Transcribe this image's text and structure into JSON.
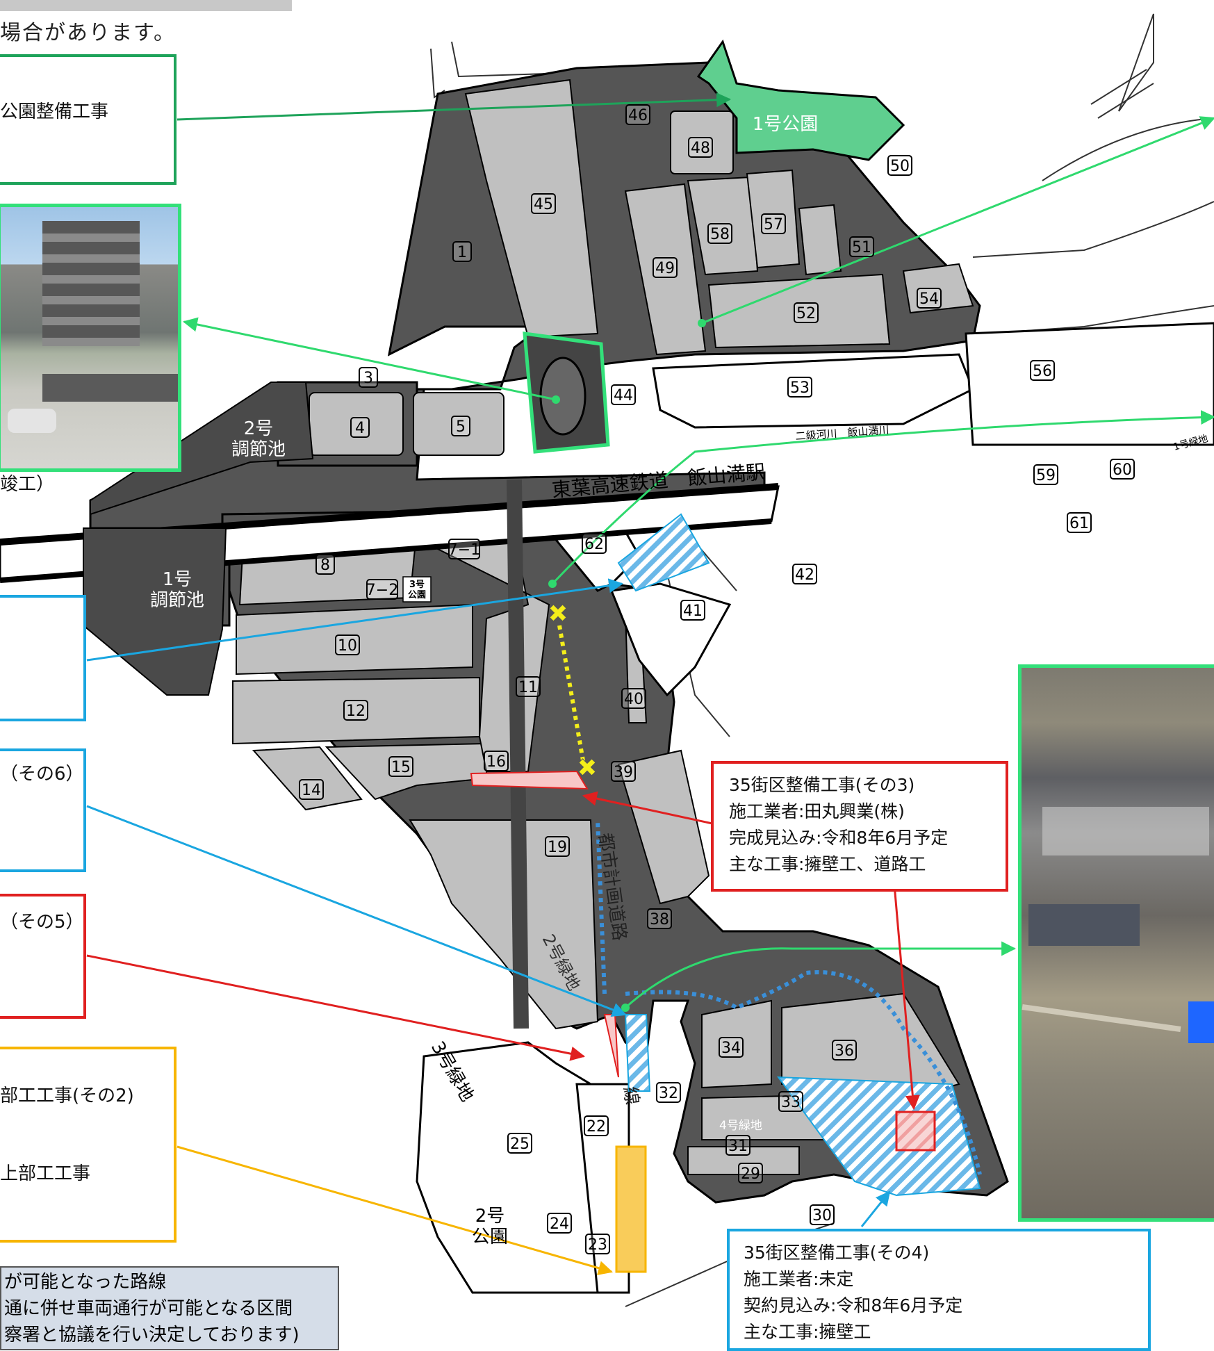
{
  "header": {
    "note": "場合があります。"
  },
  "map": {
    "park_1": "1号公園",
    "pond_1_line1": "1号",
    "pond_1_line2": "調節池",
    "pond_2_line1": "2号",
    "pond_2_line2": "調節池",
    "park_2_line1": "2号",
    "park_2_line2": "公園",
    "park_3_line1": "3号",
    "park_3_line2": "公園",
    "station": "東葉高速鉄道　飯山満駅",
    "river": "二級河川　飯山満川",
    "green_1": "1号緑地",
    "green_2": "2号緑地",
    "green_3": "3号緑地",
    "green_4": "4号緑地",
    "road_name_upper": "都市計画道路",
    "road_name_lower": "線",
    "block_numbers": {
      "b1": "1",
      "b3": "3",
      "b4": "4",
      "b5": "5",
      "b7_1": "7−1",
      "b7_2": "7−2",
      "b8": "8",
      "b10": "10",
      "b11": "11",
      "b12": "12",
      "b14": "14",
      "b15": "15",
      "b16": "16",
      "b19": "19",
      "b22": "22",
      "b23": "23",
      "b24": "24",
      "b25": "25",
      "b29": "29",
      "b30": "30",
      "b31": "31",
      "b32": "32",
      "b33": "33",
      "b34": "34",
      "b36": "36",
      "b38": "38",
      "b39": "39",
      "b40": "40",
      "b41": "41",
      "b42": "42",
      "b44": "44",
      "b45": "45",
      "b46": "46",
      "b48": "48",
      "b49": "49",
      "b50": "50",
      "b51": "51",
      "b52": "52",
      "b53": "53",
      "b54": "54",
      "b56": "56",
      "b57": "57",
      "b58": "58",
      "b59": "59",
      "b60": "60",
      "b61": "61",
      "b62": "62"
    }
  },
  "callouts": {
    "park_work": {
      "line1": "公園整備工事"
    },
    "completed": {
      "line1": "竣工）"
    },
    "blue_top": {},
    "blue_sono6": {
      "line1": "（その6）"
    },
    "red_sono5": {
      "line1": "（その5）"
    },
    "orange": {
      "line1": "部工工事(その2)",
      "line2": "上部工工事"
    },
    "red_sono3": {
      "line1": "35街区整備工事(その3)",
      "line2": "施工業者:田丸興業(株)",
      "line3": "完成見込み:令和8年6月予定",
      "line4": "主な工事:擁壁工、道路工"
    },
    "blue_sono4": {
      "line1": "35街区整備工事(その4)",
      "line2": "施工業者:未定",
      "line3": "契約見込み:令和8年6月予定",
      "line4": "主な工事:擁壁工"
    }
  },
  "legend": {
    "line1": "が可能となった路線",
    "line2": "通に併せ車両通行が可能となる区間",
    "line3": "察署と協議を行い決定しております)"
  },
  "colors": {
    "road": "#555555",
    "block": "#c0c0c0",
    "park_green": "#5fcf8f",
    "frame_green": "#33e07a",
    "frame_blue": "#1aa6e0",
    "frame_red": "#e02020",
    "frame_orange": "#f7b500",
    "hatch_blue": "#6ab8e8",
    "hatch_red": "#f6b4b4",
    "highlight_yellow": "#f9cc5a"
  }
}
